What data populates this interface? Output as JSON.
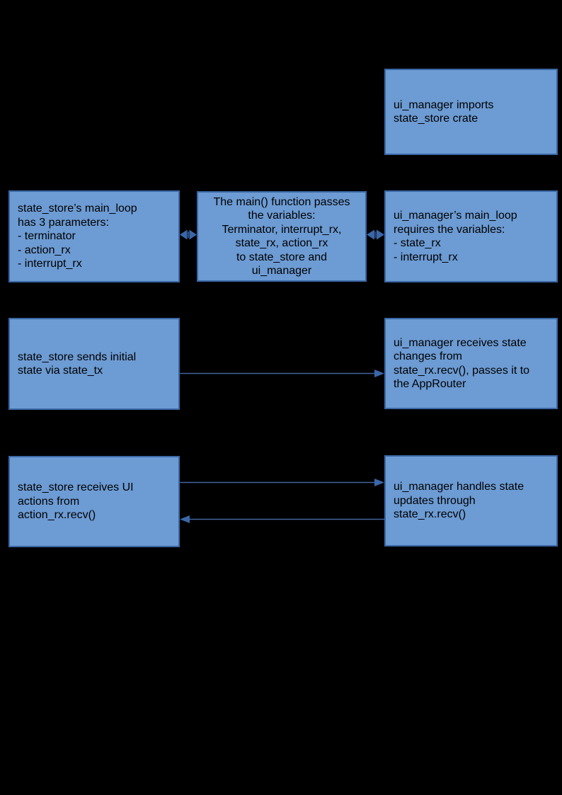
{
  "colors": {
    "background": "#000000",
    "box_fill": "#6d9bd3",
    "box_border": "#3a67a5",
    "arrow_fill": "#3a67a8",
    "arrow_line": "#41659e",
    "arrow_mid_dash": "#2d4e80",
    "text": "#000000"
  },
  "boxes": [
    {
      "id": "ui-manager-imports",
      "text": "ui_manager imports\nstate_store crate",
      "align": "left"
    },
    {
      "id": "state-store-main-loop",
      "text": "state_store’s main_loop\nhas 3 parameters:\n- terminator\n- action_rx\n- interrupt_rx",
      "align": "left"
    },
    {
      "id": "main-function-passes",
      "text": "The main() function passes\nthe variables:\nTerminator, interrupt_rx,\nstate_rx, action_rx\nto state_store and\nui_manager",
      "align": "center"
    },
    {
      "id": "ui-manager-main-loop",
      "text": "ui_manager’s main_loop\nrequires the variables:\n- state_rx\n- interrupt_rx",
      "align": "left"
    },
    {
      "id": "state-store-sends-initial",
      "text": "state_store sends initial\nstate via state_tx",
      "align": "left"
    },
    {
      "id": "ui-manager-receives-state",
      "text": "ui_manager receives state\nchanges from\nstate_rx.recv(), passes it to\nthe AppRouter",
      "align": "left"
    },
    {
      "id": "state-store-receives-ui",
      "text": "state_store receives UI\nactions from\naction_rx.recv()",
      "align": "left"
    },
    {
      "id": "ui-manager-handles-state",
      "text": "ui_manager handles state\nupdates through\nstate_rx.recv()",
      "align": "left"
    }
  ],
  "connectors": [
    {
      "id": "bidir-left",
      "type": "bidirectional-arrow",
      "from": "state-store-main-loop",
      "to": "main-function-passes"
    },
    {
      "id": "bidir-right",
      "type": "bidirectional-arrow",
      "from": "main-function-passes",
      "to": "ui-manager-main-loop"
    },
    {
      "id": "state-tx-flow",
      "type": "arrow-right",
      "from": "state-store-sends-initial",
      "to": "ui-manager-receives-state"
    },
    {
      "id": "actions-flow",
      "type": "arrow-right",
      "from": "state-store-receives-ui",
      "to": "ui-manager-handles-state"
    },
    {
      "id": "updates-flow",
      "type": "arrow-left",
      "from": "ui-manager-handles-state",
      "to": "state-store-receives-ui"
    }
  ]
}
